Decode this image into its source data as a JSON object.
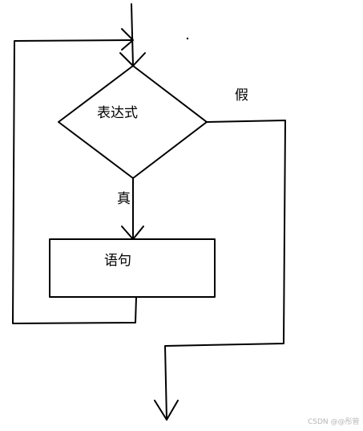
{
  "diagram": {
    "condition_label": "表达式",
    "true_label": "真",
    "false_label": "假",
    "statement_label": "语句",
    "watermark": "CSDN @@彤管"
  }
}
